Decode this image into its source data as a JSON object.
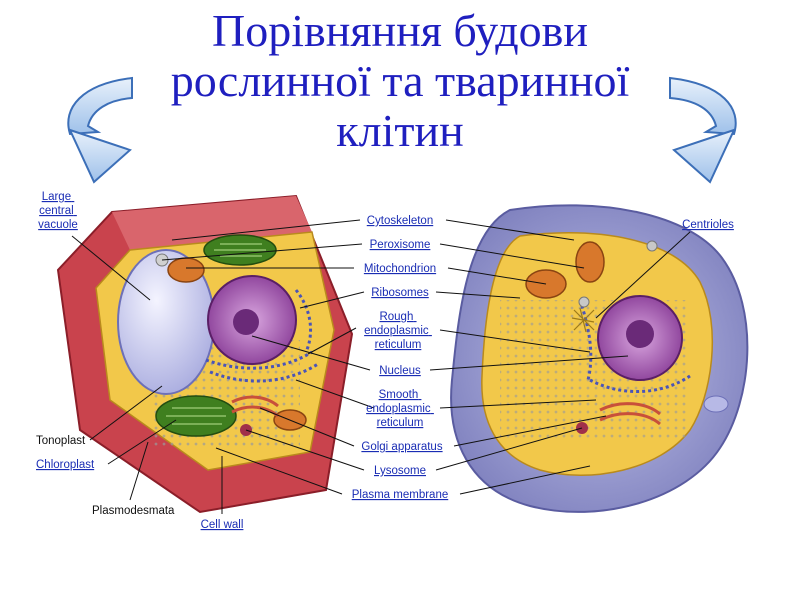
{
  "title": {
    "line1": "Порівняння будови",
    "line2": "рослинної  та тваринної",
    "line3": "клітин"
  },
  "labels": {
    "large_central_vacuole": [
      "Large",
      "central",
      "vacuole"
    ],
    "cytoskeleton": "Cytoskeleton",
    "peroxisome": "Peroxisome",
    "mitochondrion": "Mitochondrion",
    "ribosomes": "Ribosomes",
    "rough_er": [
      "Rough",
      "endoplasmic",
      "reticulum"
    ],
    "nucleus": "Nucleus",
    "smooth_er": [
      "Smooth",
      "endoplasmic",
      "reticulum"
    ],
    "golgi": "Golgi apparatus",
    "lysosome": "Lysosome",
    "plasma_membrane": "Plasma membrane",
    "tonoplast": "Tonoplast",
    "chloroplast": "Chloroplast",
    "plasmodesmata": "Plasmodesmata",
    "cell_wall": "Cell wall",
    "centrioles": "Centrioles"
  },
  "colors": {
    "title": "#1f1fbf",
    "label_link": "#1a2db4",
    "arrow_fill": "#bcd6f2",
    "arrow_stroke": "#3c6fb8",
    "cell_wall": "#c9434d",
    "cytoplasm": "#f2c84a",
    "animal_membrane": "#8f90c8",
    "nucleus": "#9a4fa8",
    "vacuole": "#c9ccf2",
    "chloroplast": "#3f7f1f",
    "mitochondrion": "#d8782c"
  }
}
